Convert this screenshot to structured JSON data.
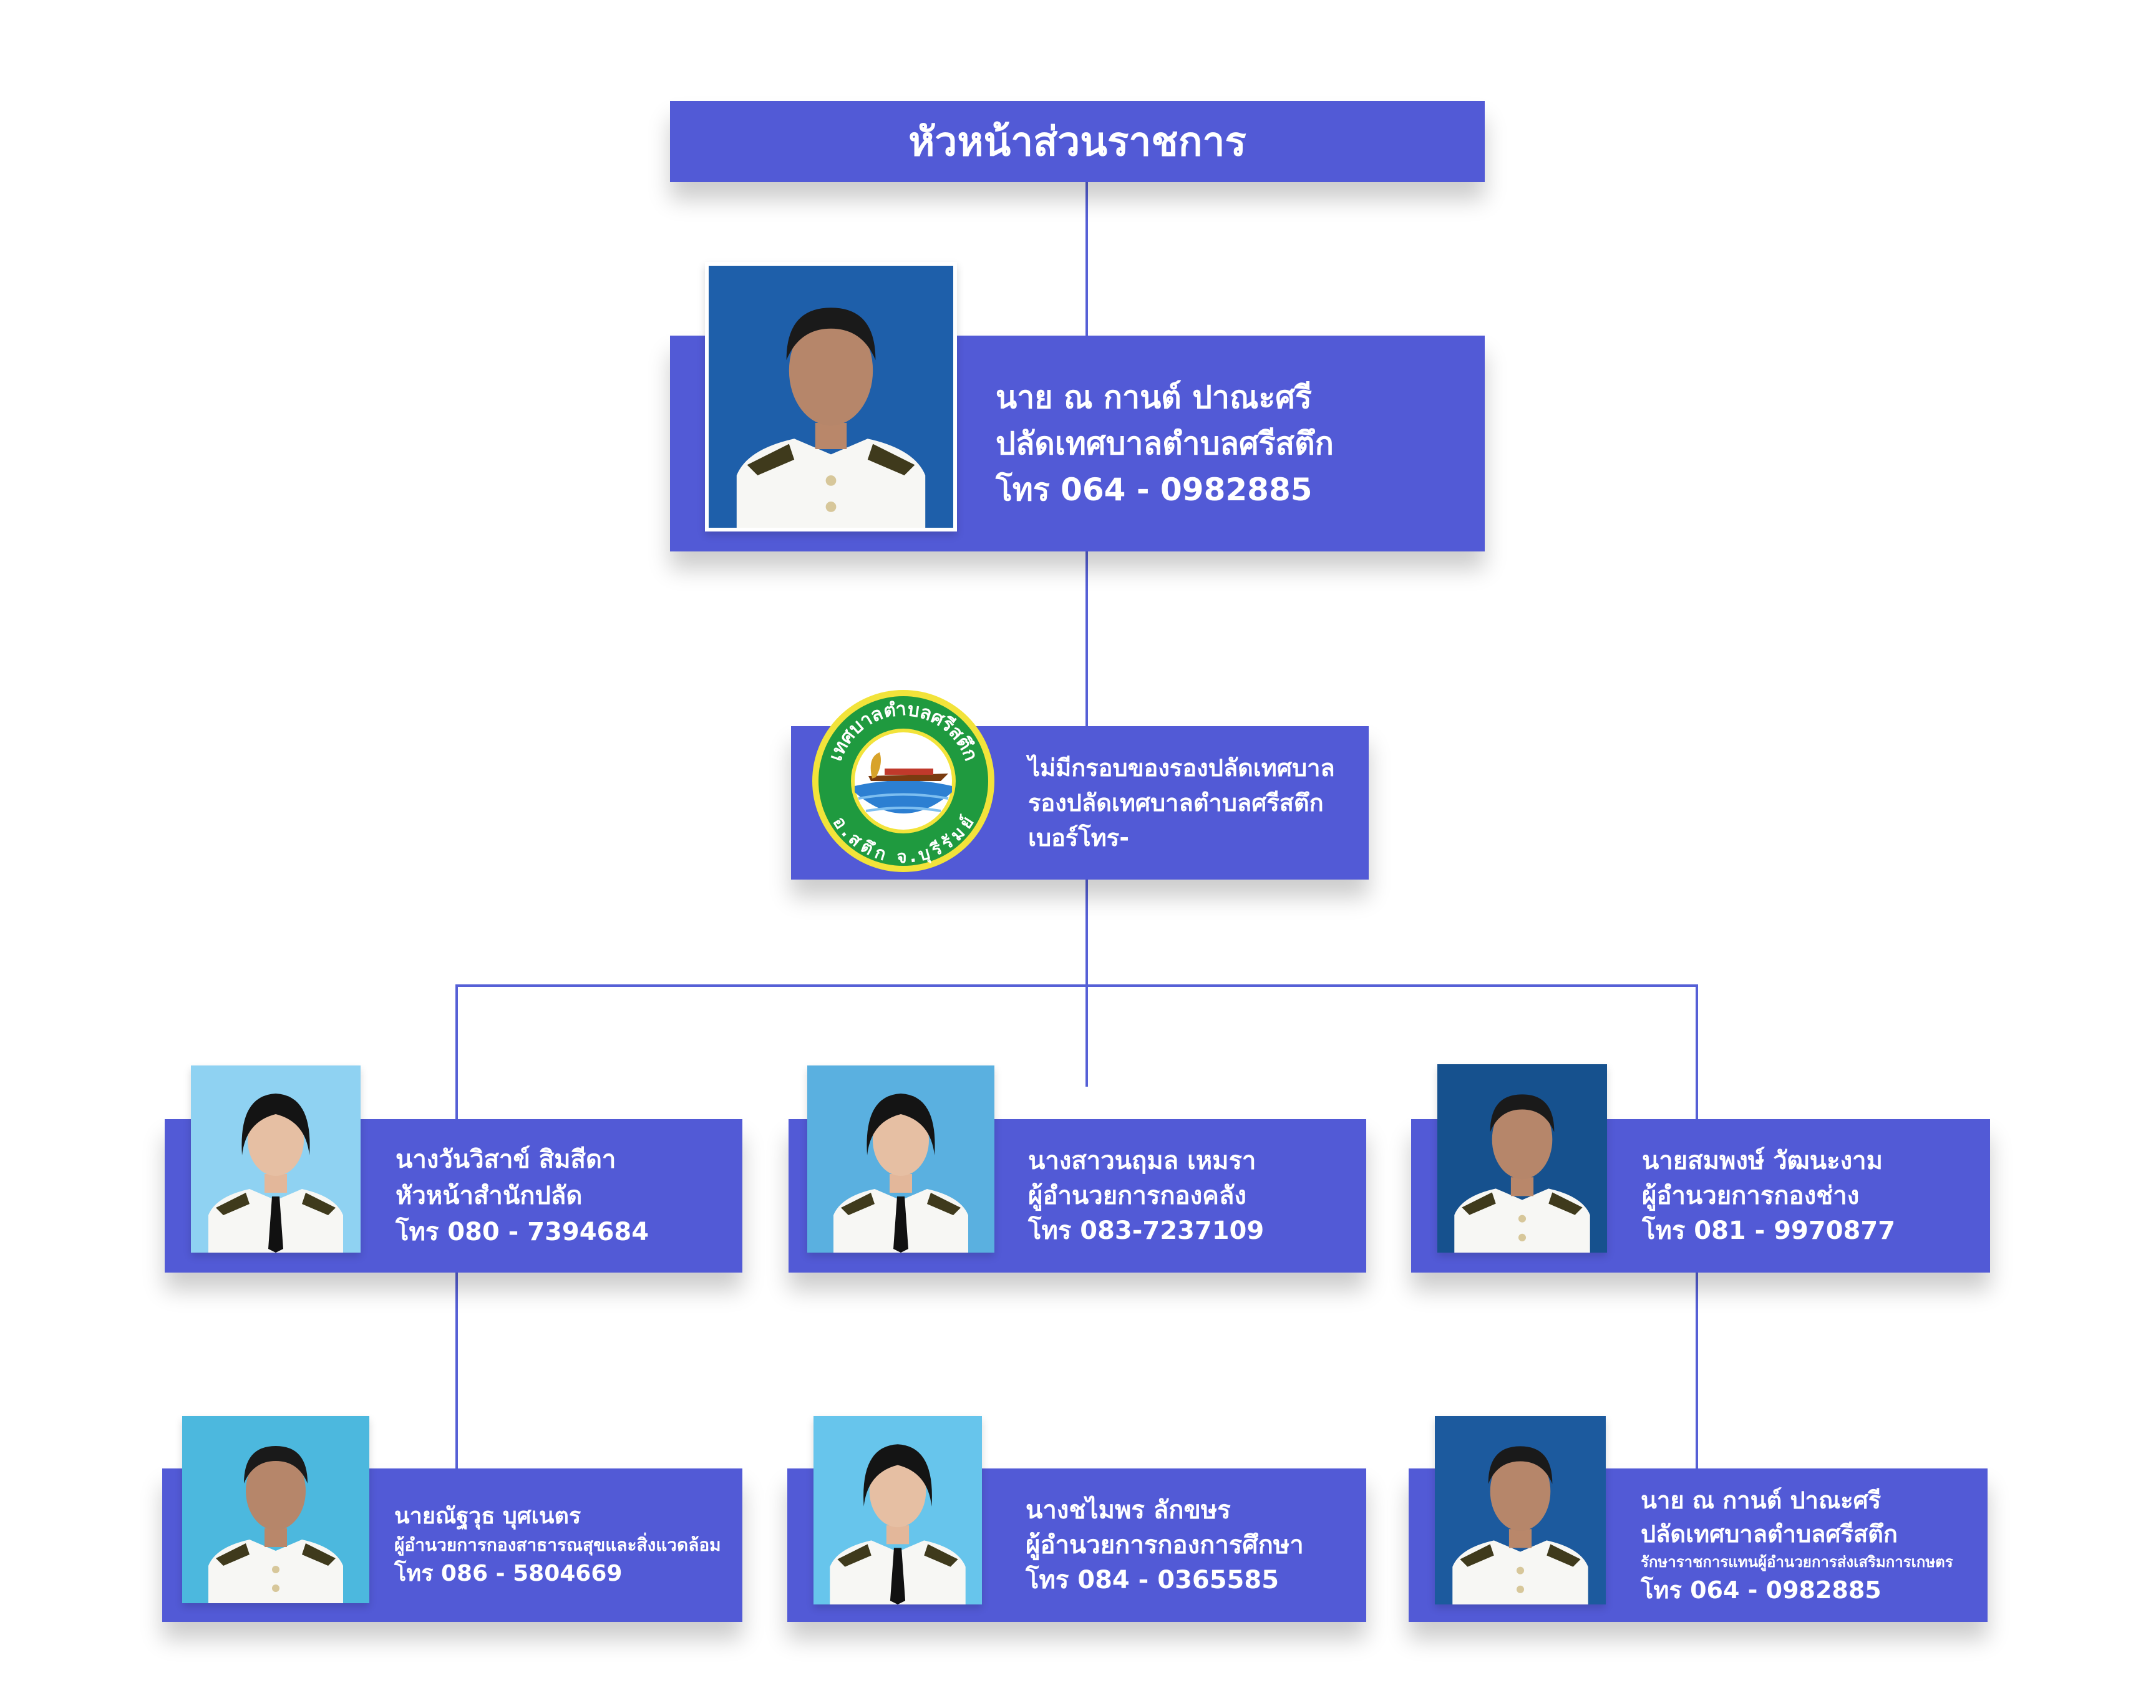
{
  "header": {
    "title": "หัวหน้าส่วนราชการ"
  },
  "head": {
    "name": "นาย ณ กานต์ ปาณะศรี",
    "position": "ปลัดเทศบาลตำบลศรีสตึก",
    "phone": "โทร 064 - 0982885"
  },
  "deputy": {
    "logo_top_text": "เทศบาลตำบลศรีสตึก",
    "logo_bottom_text": "อ.สตึก จ.บุรีรัมย์",
    "line1": "ไม่มีกรอบของรองปลัดเทศบาล",
    "line2": "รองปลัดเทศบาลตำบลศรีสตึก",
    "line3": "เบอร์โทร-"
  },
  "row2": [
    {
      "name": "นางวันวิสาข์ สิมสีดา",
      "position": "หัวหน้าสำนักปลัด",
      "phone": "โทร 080 - 7394684"
    },
    {
      "name": "นางสาวนฤมล เหมรา",
      "position": "ผู้อำนวยการกองคลัง",
      "phone": "โทร 083-7237109"
    },
    {
      "name": "นายสมพงษ์ วัฒนะงาม",
      "position": "ผู้อำนวยการกองช่าง",
      "phone": "โทร 081 - 9970877"
    }
  ],
  "row3": [
    {
      "name": "นายณัฐวุธ บุศเนตร",
      "position": "ผู้อำนวยการกองสาธารณสุขและสิ่งแวดล้อม",
      "phone": "โทร 086 - 5804669"
    },
    {
      "name": "นางชไมพร ลักขษร",
      "position": "ผู้อำนวยการกองการศึกษา",
      "phone": "โทร 084 - 0365585"
    },
    {
      "name": "นาย ณ กานต์ ปาณะศรี",
      "position": "ปลัดเทศบาลตำบลศรีสตึก",
      "extra": "รักษาราชการแทนผู้อำนวยการส่งเสริมการเกษตร",
      "phone": "โทร 064 - 0982885"
    }
  ],
  "colors": {
    "box": "#525ad6",
    "line": "#5660d6",
    "text": "#ffffff"
  }
}
